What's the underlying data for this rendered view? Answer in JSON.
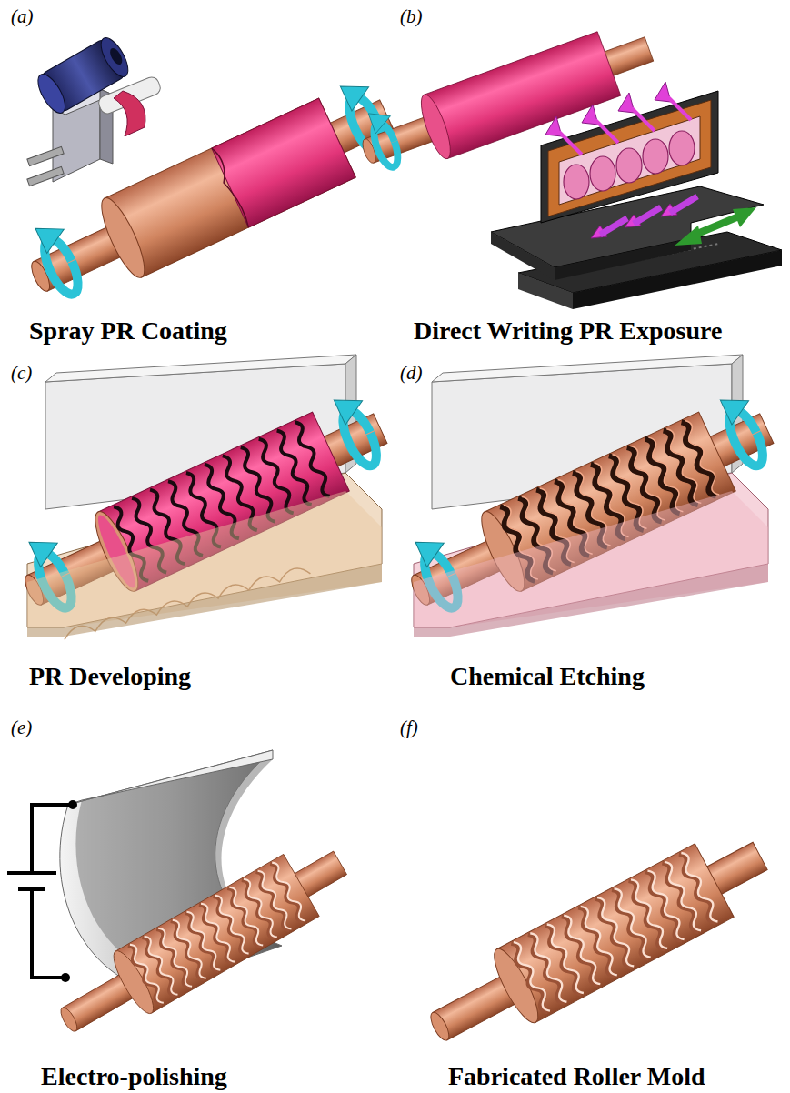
{
  "diagram": {
    "labels": [
      "(a)",
      "Spray PR Coating",
      "(b)",
      "Direct Writing PR Exposure",
      "(c)",
      "PR Developing",
      "(d)",
      "Chemical Etching",
      "(e)",
      "Electro-polishing",
      "(f)",
      "Fabricated Roller Mold"
    ]
  }
}
